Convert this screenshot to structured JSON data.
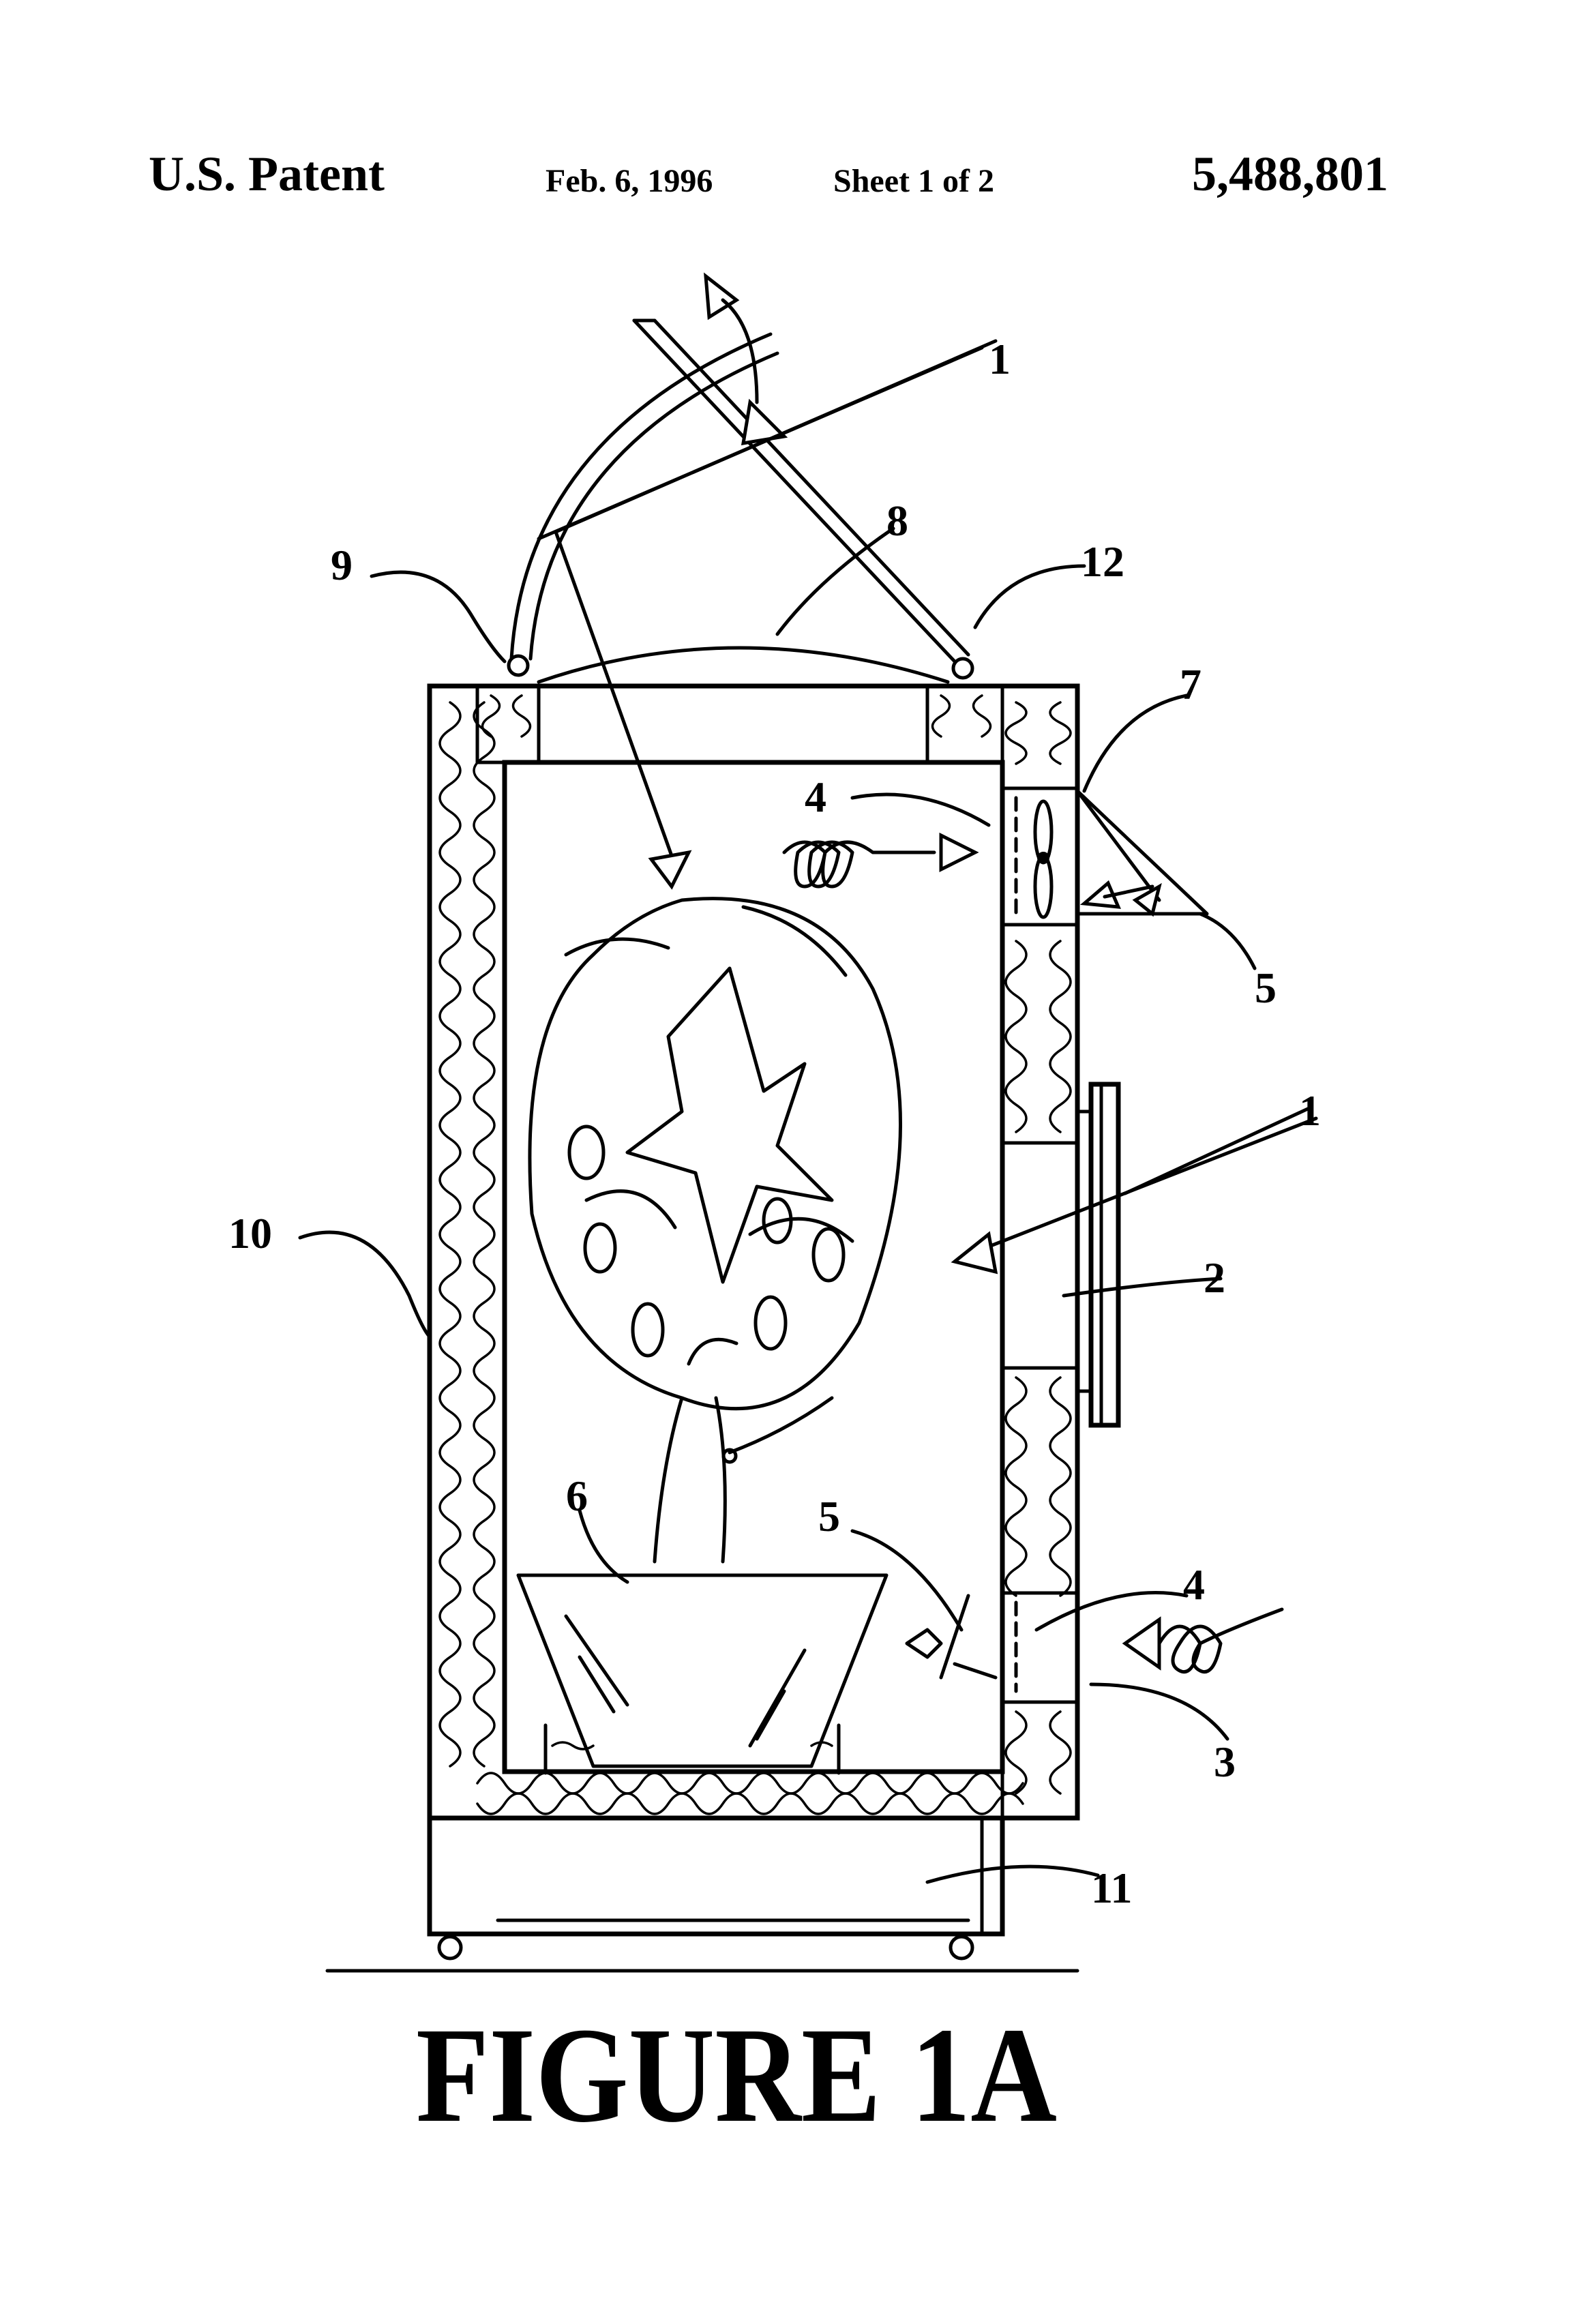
{
  "header": {
    "left": "U.S. Patent",
    "date": "Feb. 6, 1996",
    "sheet": "Sheet 1 of 2",
    "patent_number": "5,488,801"
  },
  "figure": {
    "caption": "FIGURE 1A",
    "reference_numerals": {
      "r1_top": "1",
      "r1_side": "1",
      "r2": "2",
      "r3": "3",
      "r4_top": "4",
      "r4_bottom": "4",
      "r5_right": "5",
      "r5_bottom": "5",
      "r6": "6",
      "r7": "7",
      "r8": "8",
      "r9": "9",
      "r10": "10",
      "r11": "11",
      "r12": "12"
    }
  }
}
